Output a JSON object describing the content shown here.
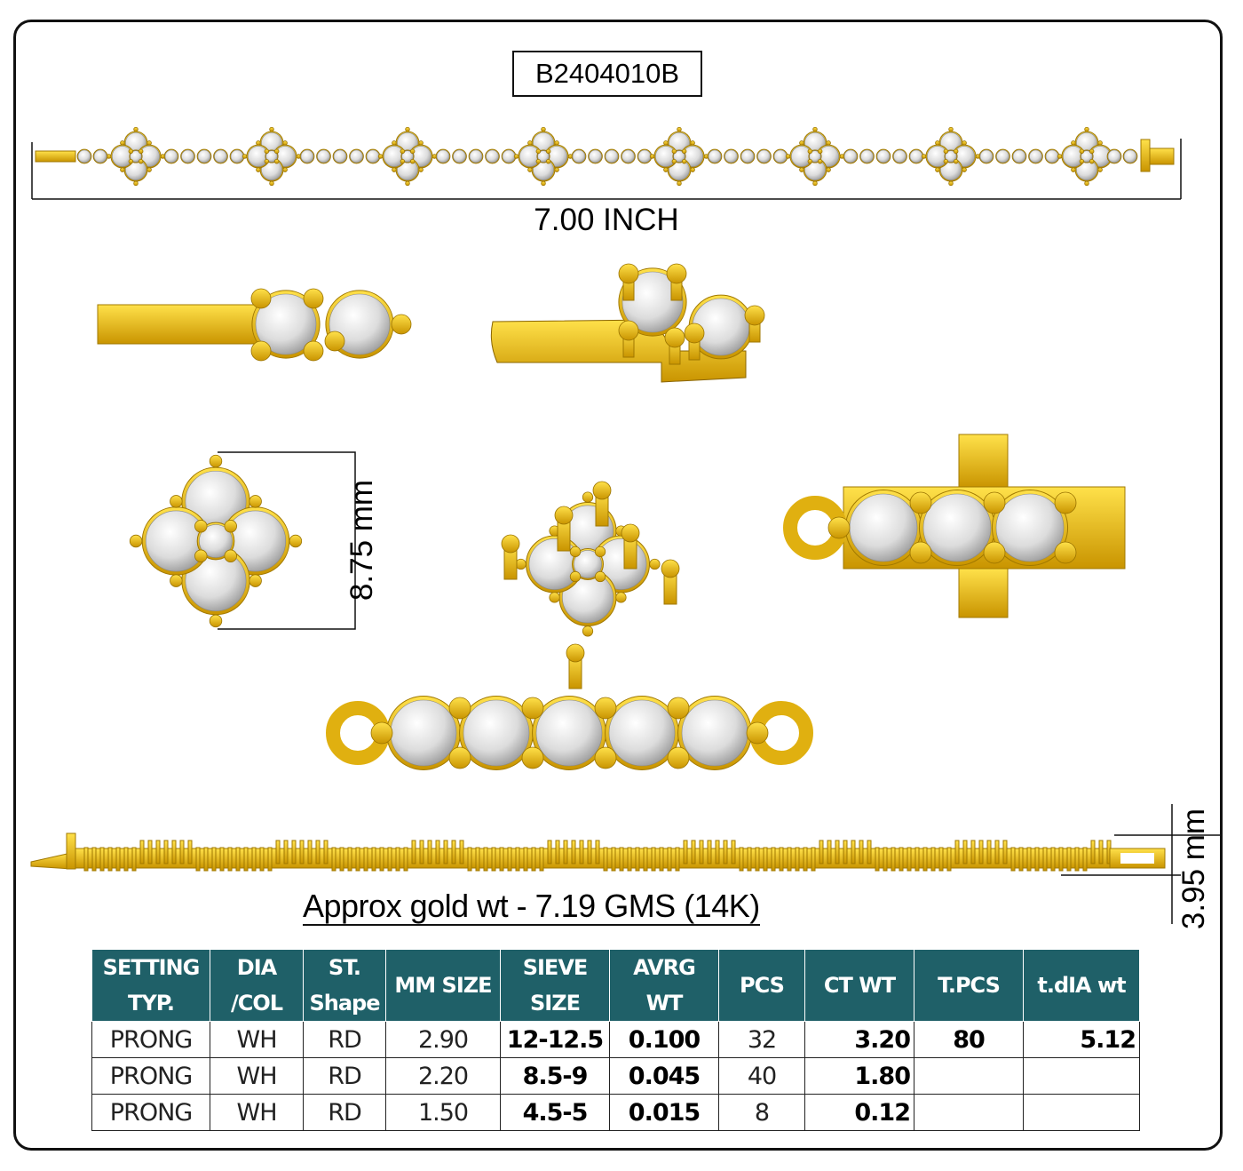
{
  "design_code": "B2404010B",
  "length_label": "7.00 INCH",
  "cluster_height_label": "8.75 mm",
  "side_height_label": "3.95 mm",
  "gold_weight_label": "Approx gold wt - 7.19 GMS (14K)",
  "colors": {
    "gold": "#f2c21b",
    "header": "#1f6068",
    "stone": "#e4e4e4"
  },
  "table": {
    "headers": [
      "SETTING TYP.",
      "DIA /COL",
      "ST. Shape",
      "MM SIZE",
      "SIEVE SIZE",
      "AVRG WT",
      "PCS",
      "CT WT",
      "T.PCS",
      "t.dIA wt"
    ],
    "rows": [
      [
        "PRONG",
        "WH",
        "RD",
        "2.90",
        "12-12.5",
        "0.100",
        "32",
        "3.20",
        "80",
        "5.12"
      ],
      [
        "PRONG",
        "WH",
        "RD",
        "2.20",
        "8.5-9",
        "0.045",
        "40",
        "1.80",
        "",
        ""
      ],
      [
        "PRONG",
        "WH",
        "RD",
        "1.50",
        "4.5-5",
        "0.015",
        "8",
        "0.12",
        "",
        ""
      ]
    ]
  }
}
